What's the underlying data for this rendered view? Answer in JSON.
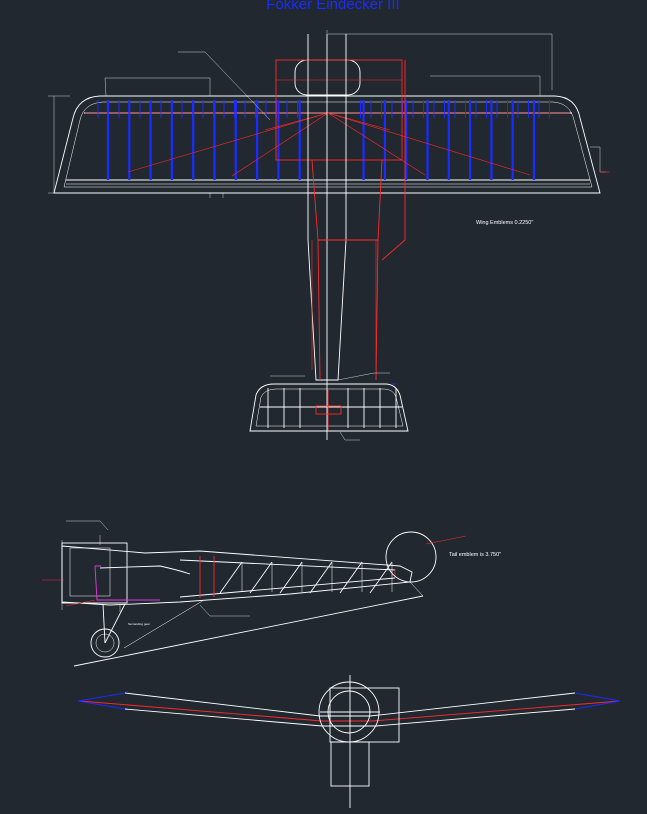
{
  "drawing": {
    "title": "Fokker Eindecker III",
    "notes": {
      "wing_emblems": "Wing Emblems 0.2250\"",
      "tail_emblem": "Tail emblem is 3.750\"",
      "landing_gear": "Set landing gear",
      "fuselage_note": "(not readable)",
      "leader_note": "(not readable)"
    }
  },
  "colors": {
    "background": "#212830",
    "outline": "#ffffff",
    "ribs": "#1a2cff",
    "structure": "#ff2a2a",
    "cowl": "#e03ce0"
  }
}
